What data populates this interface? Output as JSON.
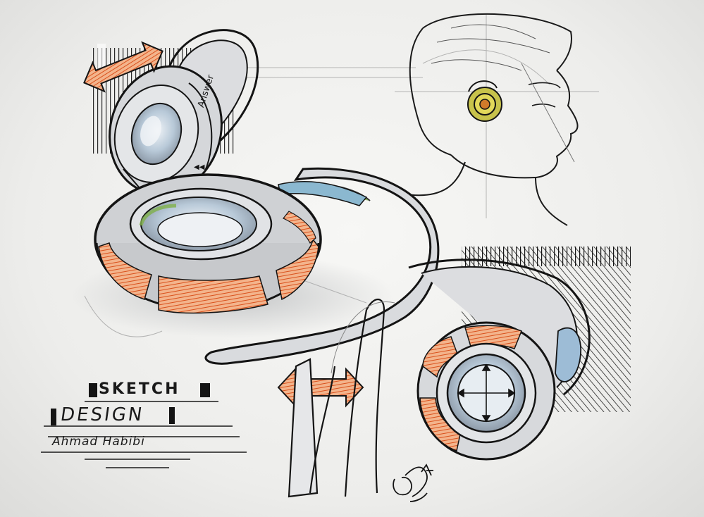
{
  "sheet": {
    "title_line_1": "SKETCH",
    "title_line_2": "DESIGN",
    "author": "Ahmad Habibi",
    "device_button_label": "Answer"
  },
  "colors": {
    "paper": "#f3f3f1",
    "ink": "#141414",
    "accent_orange": "#e0652b",
    "marker_grey": "#b9bcc1",
    "marker_blue": "#a9c3d8",
    "marker_green": "#7fb04a",
    "marker_yellow": "#d7c94a"
  },
  "illustrations": [
    "bluetooth-headset-side-view",
    "bluetooth-headset-perspective-view",
    "head-profile-wearing-headset",
    "bluetooth-headset-front-view",
    "double-arrow-top",
    "double-arrow-bottom",
    "signature"
  ]
}
